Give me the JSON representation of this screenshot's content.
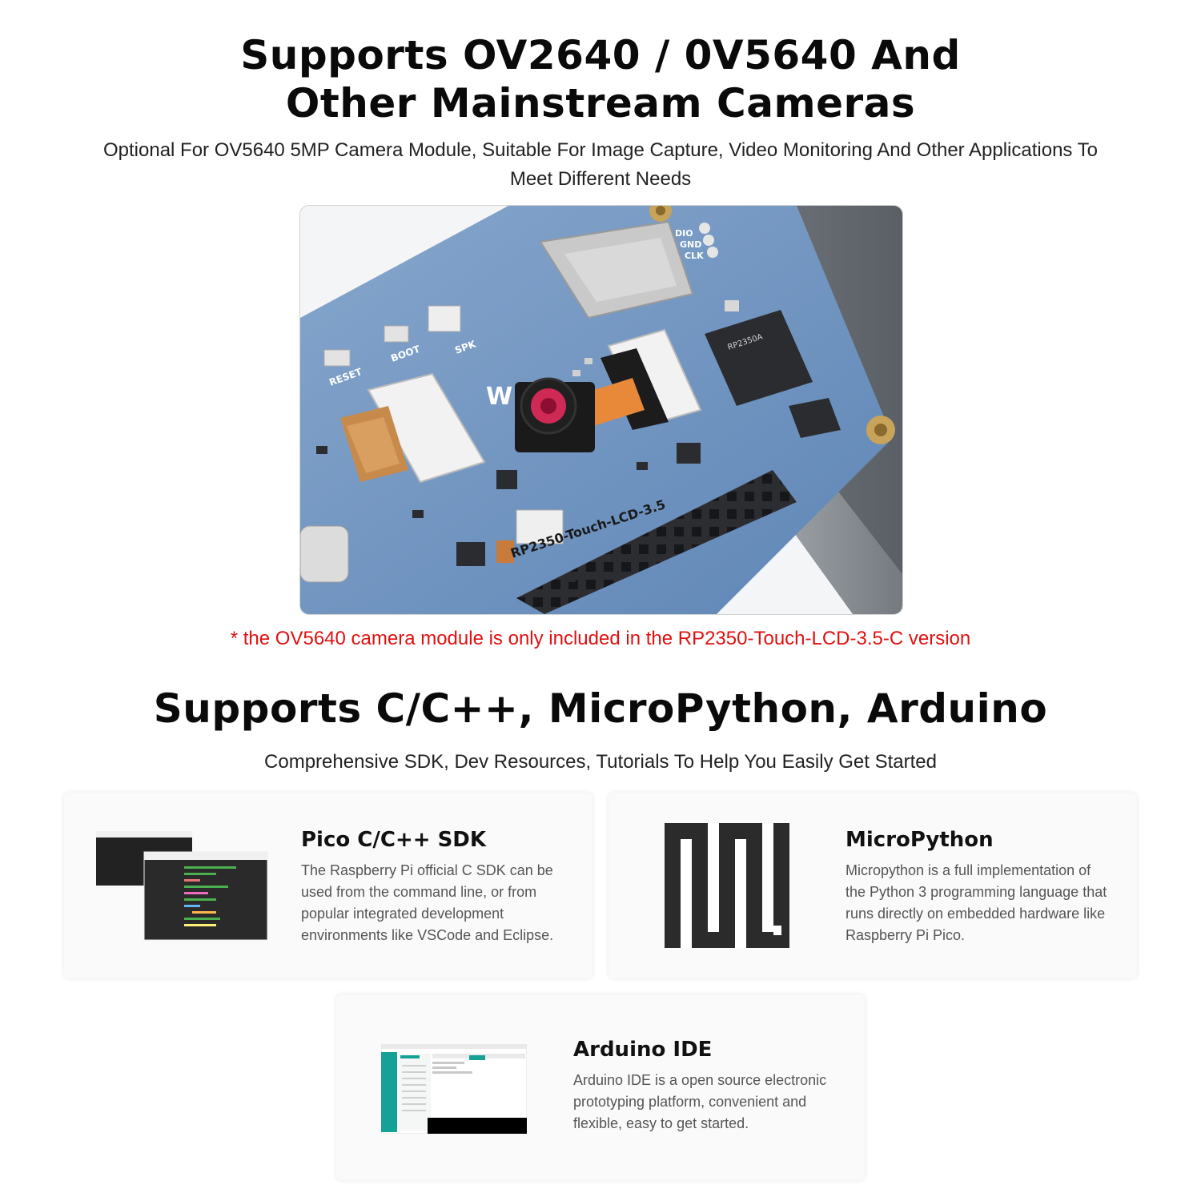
{
  "section1": {
    "title_line1": "Supports OV2640 / 0V5640 And",
    "title_line2": "Other Mainstream Cameras",
    "subtitle_line1": "Optional For OV5640 5MP Camera Module, Suitable For Image Capture, Video Monitoring And Other Applications To",
    "subtitle_line2": "Meet Different Needs",
    "board_labels": {
      "reset": "RESET",
      "boot": "BOOT",
      "spk": "SPK",
      "dio": "DIO",
      "gnd": "GND",
      "clk": "CLK",
      "board_name": "RP2350-Touch-LCD-3.5",
      "chip": "RP2350A"
    },
    "note": "* the OV5640 camera module is only included in the RP2350-Touch-LCD-3.5-C version"
  },
  "section2": {
    "title": "Supports C/C++, MicroPython, Arduino",
    "subtitle": "Comprehensive SDK, Dev Resources, Tutorials To Help You Easily Get Started",
    "cards": [
      {
        "title": "Pico C/C++ SDK",
        "desc_lines": [
          "The Raspberry Pi official C SDK can be",
          "used from the command line, or from",
          "popular integrated development",
          "environments like VSCode and Eclipse."
        ],
        "icon": "terminal-icon"
      },
      {
        "title": "MicroPython",
        "desc_lines": [
          "Micropython is a full implementation of",
          "the Python 3 programming language that",
          "runs directly on embedded hardware like",
          "Raspberry Pi Pico."
        ],
        "icon": "micropython-logo"
      },
      {
        "title": "Arduino IDE",
        "desc_lines": [
          "Arduino IDE is a open source electronic",
          "prototyping platform, convenient and",
          "flexible, easy to get started."
        ],
        "icon": "arduino-ide-screenshot"
      }
    ]
  },
  "colors": {
    "note_red": "#e01010",
    "board_blue": "#6f93bf",
    "code_green": "#4caf50",
    "arduino_teal": "#16a197"
  }
}
